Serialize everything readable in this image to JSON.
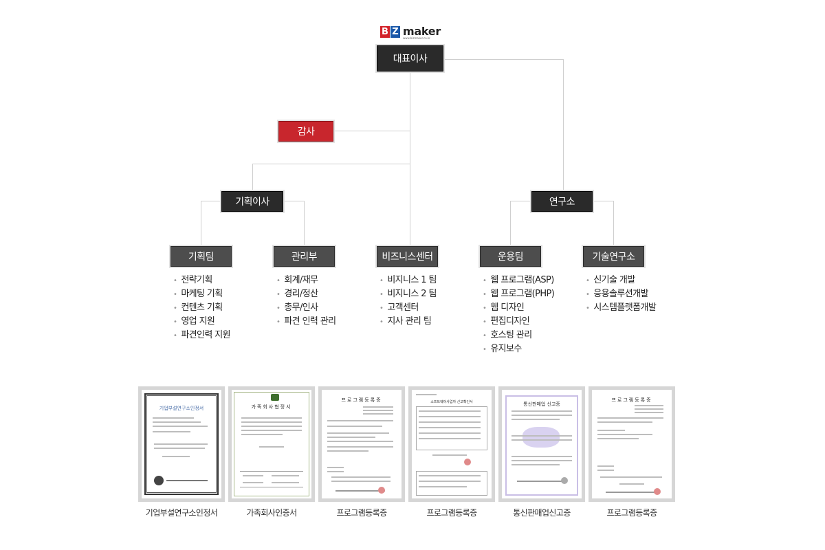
{
  "logo": {
    "letter_b": "B",
    "letter_z": "Z",
    "word": "maker",
    "url": "www.bizmaker.co.kr",
    "colors": {
      "b": "#d32229",
      "z": "#1a57a8"
    }
  },
  "org": {
    "ceo": "대표이사",
    "audit": "감사",
    "planning_director": "기획이사",
    "research_institute": "연구소",
    "teams": [
      {
        "name": "기획팀",
        "tasks": [
          "전략기획",
          "마케팅 기획",
          "컨텐츠 기획",
          "영업 지원",
          "파견인력 지원"
        ]
      },
      {
        "name": "관리부",
        "tasks": [
          "회계/재무",
          "경리/정산",
          "총무/인사",
          "파견 인력 관리"
        ]
      },
      {
        "name": "비즈니스센터",
        "tasks": [
          "비지니스 1 팀",
          "비지니스 2 팀",
          "고객센터",
          "지사 관리 팀"
        ]
      },
      {
        "name": "운용팀",
        "tasks": [
          "웹 프로그램(ASP)",
          "웹 프로그램(PHP)",
          "웹 디자인",
          "편집디자인",
          "호스팅 관리",
          "유지보수"
        ]
      },
      {
        "name": "기술연구소",
        "tasks": [
          "신기술 개발",
          "응용솔루션개발",
          "시스템플랫폼개발"
        ]
      }
    ],
    "colors": {
      "dark": "#2a2a2a",
      "gray": "#4d4d4d",
      "audit": "#c8262d"
    }
  },
  "certificates": [
    {
      "caption": "기업부설연구소인정서",
      "doc_title": "기업부설연구소인정서"
    },
    {
      "caption": "가족회사인증서",
      "doc_title": "가족회사협정서"
    },
    {
      "caption": "프로그램등록증",
      "doc_title": "프로그램등록증"
    },
    {
      "caption": "프로그램등록증",
      "doc_title": "소프트웨어사업자 신고확인서"
    },
    {
      "caption": "통신판매업신고증",
      "doc_title": "통신판매업 신고증"
    },
    {
      "caption": "프로그램등록증",
      "doc_title": "프로그램등록증"
    }
  ]
}
